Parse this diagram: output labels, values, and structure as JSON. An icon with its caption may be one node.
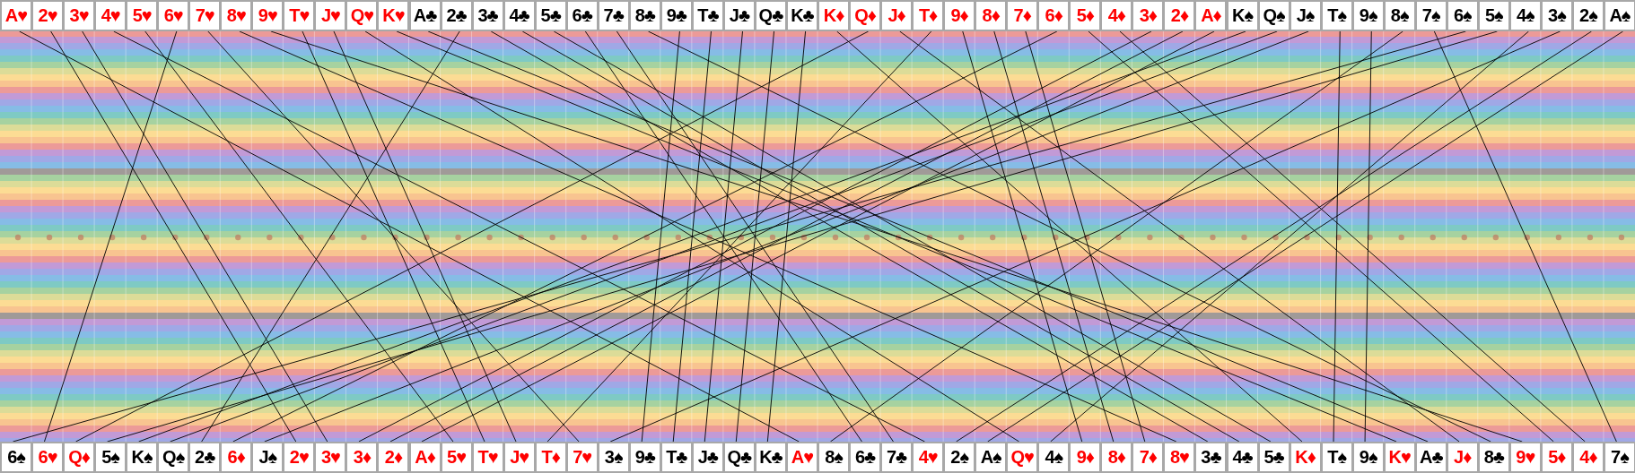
{
  "diagram": {
    "nodes": [
      {
        "text": [
          "A♥"
        ]
      },
      {
        "text": [
          "2♥"
        ]
      },
      {
        "text": [
          "3♥"
        ]
      },
      {
        "text": [
          "4♥"
        ]
      },
      {
        "text": [
          "5♥"
        ]
      },
      {
        "text": [
          "6♥"
        ]
      },
      {
        "text": [
          "7♥"
        ]
      },
      {
        "text": [
          "8♥"
        ]
      },
      {
        "text": [
          "9♥"
        ]
      },
      {
        "text": [
          "T♥"
        ]
      },
      {
        "text": [
          "J♥"
        ]
      },
      {
        "text": [
          "Q♥"
        ]
      },
      {
        "text": [
          "K♥"
        ]
      },
      {
        "text": [
          "A♣"
        ]
      },
      {
        "text": [
          "2♣"
        ]
      },
      {
        "text": [
          "3♣"
        ]
      },
      {
        "text": [
          "4♣"
        ]
      },
      {
        "text": [
          "5♣"
        ]
      },
      {
        "text": [
          "6♣"
        ]
      },
      {
        "text": [
          "7♣"
        ]
      },
      {
        "text": [
          "8♣"
        ]
      },
      {
        "text": [
          "9♣"
        ]
      },
      {
        "text": [
          "T♣"
        ]
      },
      {
        "text": [
          "J♣"
        ]
      },
      {
        "text": [
          "Q♣"
        ]
      },
      {
        "text": [
          "K♣"
        ]
      },
      {
        "text": [
          "K♦"
        ]
      },
      {
        "text": [
          "Q♦"
        ]
      },
      {
        "text": [
          "J♦"
        ]
      },
      {
        "text": [
          "T♦"
        ]
      },
      {
        "text": [
          "9♦"
        ]
      },
      {
        "text": [
          "8♦"
        ]
      },
      {
        "text": [
          "7♦"
        ]
      },
      {
        "text": [
          "6♦"
        ]
      },
      {
        "text": [
          "5♦"
        ]
      },
      {
        "text": [
          "4♦"
        ]
      },
      {
        "text": [
          "3♦"
        ]
      },
      {
        "text": [
          "2♦"
        ]
      },
      {
        "text": [
          "A♦"
        ]
      },
      {
        "text": [
          "K♠"
        ]
      },
      {
        "text": [
          "Q♠"
        ]
      },
      {
        "text": [
          "J♠"
        ]
      },
      {
        "text": [
          "T♠"
        ]
      },
      {
        "text": [
          "9♠"
        ]
      },
      {
        "text": [
          "8♠"
        ]
      },
      {
        "text": [
          "7♠"
        ]
      },
      {
        "text": [
          "6♠"
        ]
      },
      {
        "text": [
          "5♠"
        ]
      },
      {
        "text": [
          "4♠"
        ]
      },
      {
        "text": [
          "3♠"
        ]
      },
      {
        "text": [
          "2♠"
        ]
      },
      {
        "text": [
          "A♠"
        ]
      },
      {
        "text": [
          "6♠"
        ]
      },
      {
        "text": [
          "6♥"
        ]
      },
      {
        "text": [
          "Q♦"
        ]
      },
      {
        "text": [
          "5♠"
        ]
      },
      {
        "text": [
          "K♠"
        ]
      },
      {
        "text": [
          "Q♠"
        ]
      },
      {
        "text": [
          "2♣"
        ]
      },
      {
        "text": [
          "6♦"
        ]
      },
      {
        "text": [
          "J♠"
        ]
      },
      {
        "text": [
          "2♥"
        ]
      },
      {
        "text": [
          "3♥"
        ]
      },
      {
        "text": [
          "3♦"
        ]
      },
      {
        "text": [
          "2♦"
        ]
      },
      {
        "text": [
          "A♦"
        ]
      },
      {
        "text": [
          "5♥"
        ]
      },
      {
        "text": [
          "T♥"
        ]
      },
      {
        "text": [
          "J♥"
        ]
      },
      {
        "text": [
          "T♦"
        ]
      },
      {
        "text": [
          "7♥"
        ]
      },
      {
        "text": [
          "3♠"
        ]
      },
      {
        "text": [
          "9♣"
        ]
      },
      {
        "text": [
          "T♣"
        ]
      },
      {
        "text": [
          "J♣"
        ]
      },
      {
        "text": [
          "Q♣"
        ]
      },
      {
        "text": [
          "K♣"
        ]
      },
      {
        "text": [
          "A♥"
        ]
      },
      {
        "text": [
          "8♠"
        ]
      },
      {
        "text": [
          "6♣"
        ]
      },
      {
        "text": [
          "7♣"
        ]
      },
      {
        "text": [
          "4♥"
        ]
      },
      {
        "text": [
          "2♠"
        ]
      },
      {
        "text": [
          "A♠"
        ]
      },
      {
        "text": [
          "Q♥"
        ]
      },
      {
        "text": [
          "4♠"
        ]
      },
      {
        "text": [
          "9♦"
        ]
      },
      {
        "text": [
          "8♦"
        ]
      },
      {
        "text": [
          "7♦"
        ]
      },
      {
        "text": [
          "8♥"
        ]
      },
      {
        "text": [
          "3♣"
        ]
      },
      {
        "text": [
          "4♣"
        ]
      },
      {
        "text": [
          "5♣"
        ]
      },
      {
        "text": [
          "K♦"
        ]
      },
      {
        "text": [
          "T♠"
        ]
      },
      {
        "text": [
          "9♠"
        ]
      },
      {
        "text": [
          "K♥"
        ]
      },
      {
        "text": [
          "A♣"
        ]
      },
      {
        "text": [
          "J♦"
        ]
      },
      {
        "text": [
          "8♣"
        ]
      },
      {
        "text": [
          "9♥"
        ]
      },
      {
        "text": [
          "5♦"
        ]
      },
      {
        "text": [
          "4♦"
        ]
      },
      {
        "text": [
          "7♠"
        ]
      }
    ],
    "edges": [
      {
        "from": 0,
        "to": 77,
        "arrow": "none"
      },
      {
        "from": 1,
        "to": 61,
        "arrow": "none"
      },
      {
        "from": 2,
        "to": 62,
        "arrow": "none"
      },
      {
        "from": 3,
        "to": 81,
        "arrow": "none"
      },
      {
        "from": 4,
        "to": 66,
        "arrow": "none"
      },
      {
        "from": 5,
        "to": 53,
        "arrow": "none"
      },
      {
        "from": 6,
        "to": 70,
        "arrow": "none"
      },
      {
        "from": 7,
        "to": 89,
        "arrow": "none"
      },
      {
        "from": 8,
        "to": 100,
        "arrow": "none"
      },
      {
        "from": 9,
        "to": 67,
        "arrow": "none"
      },
      {
        "from": 10,
        "to": 68,
        "arrow": "none"
      },
      {
        "from": 11,
        "to": 84,
        "arrow": "none"
      },
      {
        "from": 12,
        "to": 96,
        "arrow": "none"
      },
      {
        "from": 13,
        "to": 97,
        "arrow": "none"
      },
      {
        "from": 14,
        "to": 58,
        "arrow": "none"
      },
      {
        "from": 15,
        "to": 90,
        "arrow": "none"
      },
      {
        "from": 16,
        "to": 91,
        "arrow": "none"
      },
      {
        "from": 17,
        "to": 92,
        "arrow": "none"
      },
      {
        "from": 18,
        "to": 79,
        "arrow": "none"
      },
      {
        "from": 19,
        "to": 80,
        "arrow": "none"
      },
      {
        "from": 20,
        "to": 99,
        "arrow": "none"
      },
      {
        "from": 21,
        "to": 72,
        "arrow": "none"
      },
      {
        "from": 22,
        "to": 73,
        "arrow": "none"
      },
      {
        "from": 23,
        "to": 74,
        "arrow": "none"
      },
      {
        "from": 24,
        "to": 75,
        "arrow": "none"
      },
      {
        "from": 25,
        "to": 76,
        "arrow": "none"
      },
      {
        "from": 26,
        "to": 93,
        "arrow": "none"
      },
      {
        "from": 27,
        "to": 54,
        "arrow": "none"
      },
      {
        "from": 28,
        "to": 98,
        "arrow": "none"
      },
      {
        "from": 29,
        "to": 69,
        "arrow": "none"
      },
      {
        "from": 30,
        "to": 86,
        "arrow": "none"
      },
      {
        "from": 31,
        "to": 87,
        "arrow": "none"
      },
      {
        "from": 32,
        "to": 88,
        "arrow": "none"
      },
      {
        "from": 33,
        "to": 59,
        "arrow": "none"
      },
      {
        "from": 34,
        "to": 101,
        "arrow": "none"
      },
      {
        "from": 35,
        "to": 102,
        "arrow": "none"
      },
      {
        "from": 36,
        "to": 63,
        "arrow": "none"
      },
      {
        "from": 37,
        "to": 64,
        "arrow": "none"
      },
      {
        "from": 38,
        "to": 65,
        "arrow": "none"
      },
      {
        "from": 39,
        "to": 56,
        "arrow": "none"
      },
      {
        "from": 40,
        "to": 57,
        "arrow": "none"
      },
      {
        "from": 41,
        "to": 60,
        "arrow": "none"
      },
      {
        "from": 42,
        "to": 94,
        "arrow": "none"
      },
      {
        "from": 43,
        "to": 95,
        "arrow": "none"
      },
      {
        "from": 44,
        "to": 78,
        "arrow": "none"
      },
      {
        "from": 45,
        "to": 103,
        "arrow": "none"
      },
      {
        "from": 46,
        "to": 52,
        "arrow": "none"
      },
      {
        "from": 47,
        "to": 55,
        "arrow": "none"
      },
      {
        "from": 48,
        "to": 85,
        "arrow": "none"
      },
      {
        "from": 49,
        "to": 71,
        "arrow": "none"
      },
      {
        "from": 50,
        "to": 82,
        "arrow": "none"
      },
      {
        "from": 51,
        "to": 83,
        "arrow": "none"
      }
    ]
  }
}
